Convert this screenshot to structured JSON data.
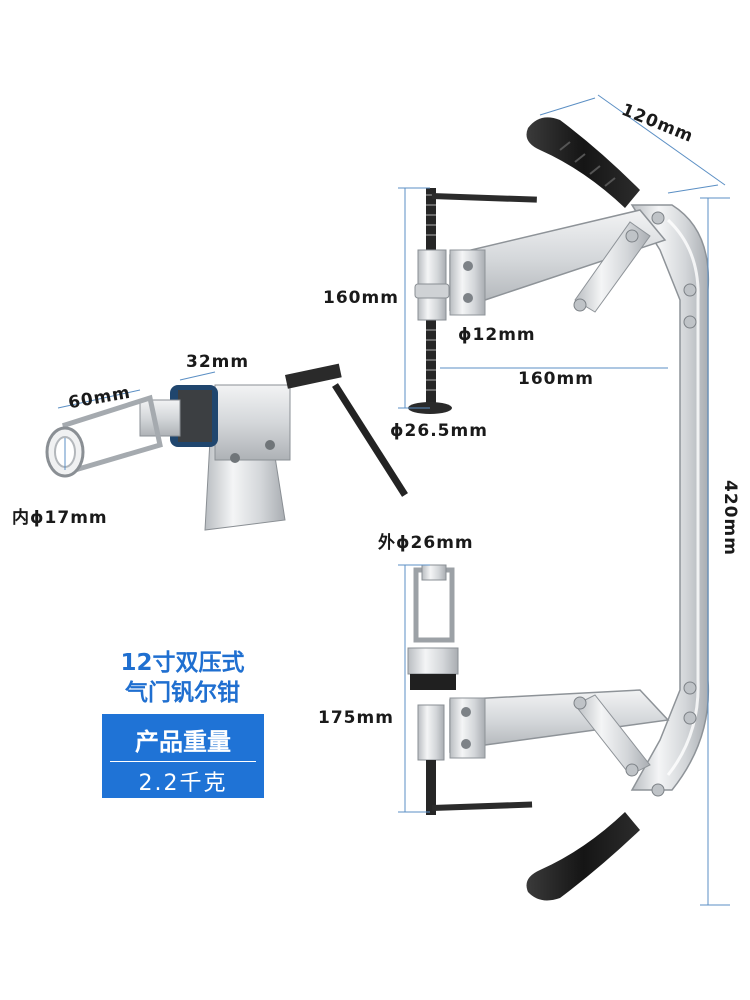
{
  "dimensions": {
    "handle_width": "120mm",
    "total_height": "420mm",
    "upper_jaw_height": "160mm",
    "rod_diameter": "ϕ12mm",
    "reach": "160mm",
    "foot_diameter": "ϕ26.5mm",
    "adapter_length": "60mm",
    "adapter_width": "32mm",
    "inner_diameter": "内ϕ17mm",
    "outer_diameter": "外ϕ26mm",
    "lower_jaw_height": "175mm"
  },
  "product": {
    "title_line1": "12寸双压式",
    "title_line2": "气门钒尔钳",
    "weight_label": "产品重量",
    "weight_value": "2.2千克"
  },
  "colors": {
    "accent_blue": "#1f73d6",
    "title_blue": "#1f6fd0",
    "handle_black": "#1b1b1b",
    "steel": "#d9dcdf"
  }
}
